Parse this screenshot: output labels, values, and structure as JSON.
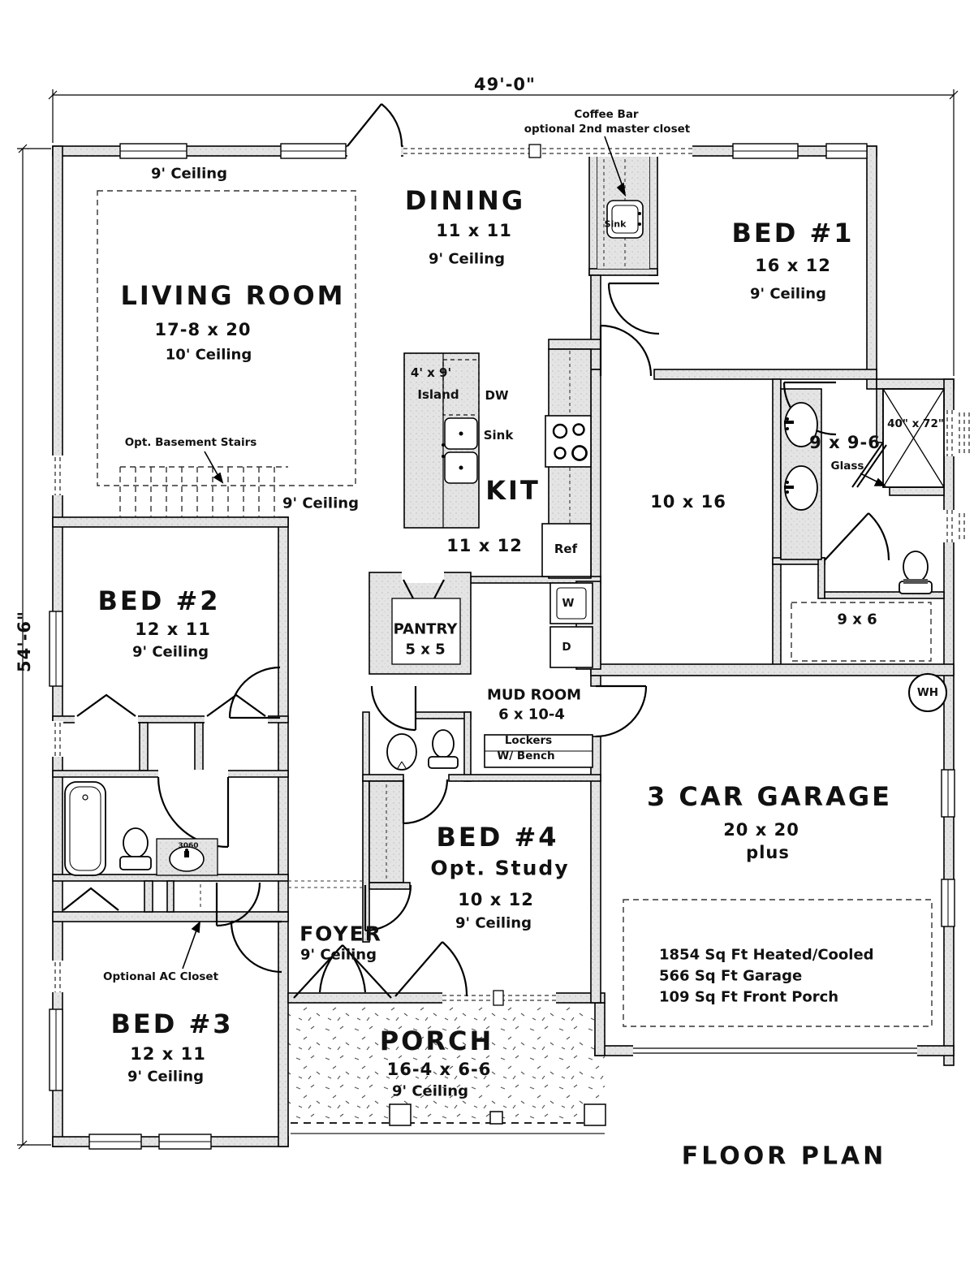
{
  "title": "FLOOR PLAN",
  "dimensions": {
    "width": "49'-0\"",
    "height": "54'-6\""
  },
  "rooms": {
    "living": {
      "name": "LIVING ROOM",
      "size": "17-8 x 20",
      "ceiling": "10' Ceiling"
    },
    "dining": {
      "name": "DINING",
      "size": "11 x 11",
      "ceiling": "9' Ceiling"
    },
    "bed1": {
      "name": "BED #1",
      "size": "16 x 12",
      "ceiling": "9' Ceiling"
    },
    "bed2": {
      "name": "BED #2",
      "size": "12 x 11",
      "ceiling": "9' Ceiling"
    },
    "bed3": {
      "name": "BED #3",
      "size": "12 x 11",
      "ceiling": "9' Ceiling"
    },
    "bed4": {
      "name": "BED #4",
      "subtitle": "Opt. Study",
      "size": "10 x 12",
      "ceiling": "9' Ceiling"
    },
    "kitchen": {
      "name": "KIT",
      "size": "11 x 12"
    },
    "pantry": {
      "name": "PANTRY",
      "size": "5 x 5"
    },
    "mudroom": {
      "name": "MUD ROOM",
      "size": "6 x 10-4"
    },
    "foyer": {
      "name": "FOYER",
      "ceiling": "9' Ceiling"
    },
    "porch": {
      "name": "PORCH",
      "size": "16-4 x 6-6",
      "ceiling": "9' Ceiling"
    },
    "garage": {
      "name": "3 CAR GARAGE",
      "size": "20 x 20",
      "suffix": "plus"
    },
    "wic": {
      "size": "10 x 16"
    },
    "master_bath": {
      "size": "9 x 9-6"
    },
    "closet96": {
      "size": "9 x 6"
    }
  },
  "annotations": {
    "ceiling9_top": "9' Ceiling",
    "ceiling9_stairs": "9' Ceiling",
    "coffee_bar_line1": "Coffee Bar",
    "coffee_bar_line2": "optional 2nd master closet",
    "coffee_sink": "Sink",
    "island_size": "4' x 9'",
    "island": "Island",
    "dw": "DW",
    "kitchen_sink": "Sink",
    "ref": "Ref",
    "washer": "W",
    "dryer": "D",
    "lockers_line1": "Lockers",
    "lockers_line2": "W/ Bench",
    "basement_stairs": "Opt. Basement Stairs",
    "ac_closet": "Optional AC Closet",
    "shower_size": "40\" x 72\"",
    "glass": "Glass",
    "water_heater": "WH",
    "vanity_size": "3060"
  },
  "stats": [
    "1854 Sq Ft Heated/Cooled",
    "566 Sq Ft Garage",
    "109 Sq Ft Front Porch"
  ]
}
